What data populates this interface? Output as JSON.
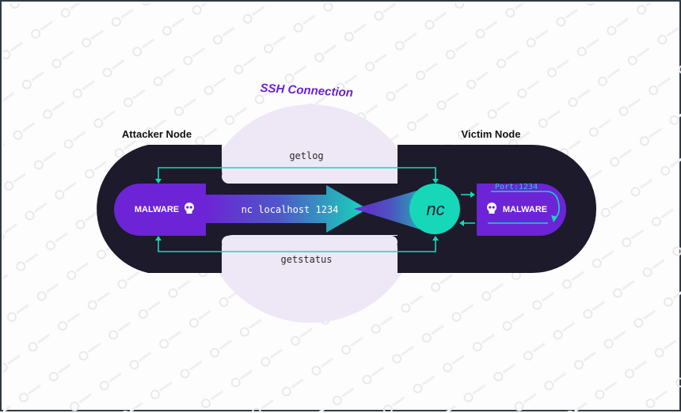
{
  "diagram": {
    "title": "SSH Connection",
    "attacker_label": "Attacker Node",
    "victim_label": "Victim Node",
    "top_channel_label": "getlog",
    "bottom_channel_label": "getstatus",
    "arrow_label": "nc localhost 1234",
    "nc_label": "nc",
    "attacker_malware_label": "MALWARE",
    "victim_malware_label": "MALWARE",
    "port_label": "Port:1234",
    "skull_icon": "skull-icon"
  },
  "colors": {
    "dark": "#1c1a2b",
    "purple": "#6c24d6",
    "lavender": "#eee7f6",
    "teal": "#16d8b8",
    "title_purple": "#6a22d0"
  }
}
